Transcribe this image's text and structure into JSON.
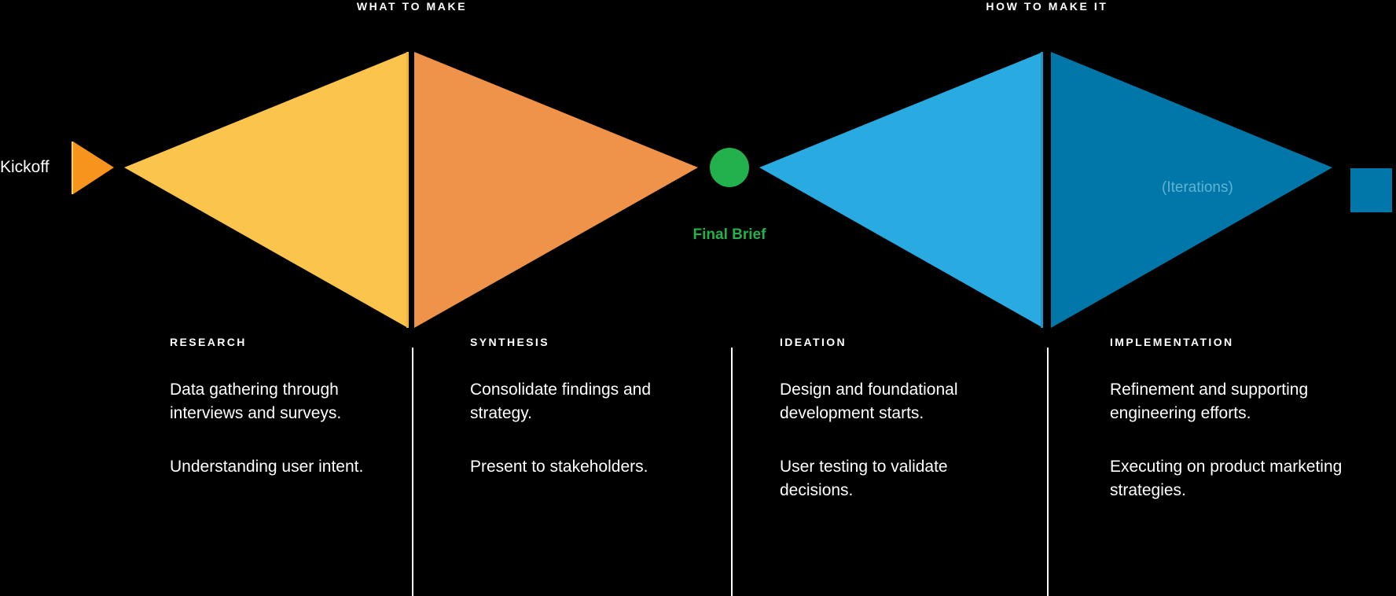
{
  "diagram": {
    "background_color": "#000000",
    "phase_headers": [
      {
        "label": "WHAT TO MAKE"
      },
      {
        "label": "HOW TO MAKE IT"
      }
    ],
    "start": {
      "label": "Kickoff",
      "marker_color": "#f7941e",
      "edge_color": "#ffd24a"
    },
    "midpoint": {
      "label": "Final Brief",
      "color": "#22b14c"
    },
    "iterations": {
      "label": "(Iterations)",
      "color": "#5fb4d4"
    },
    "end_marker": {
      "color": "#0077a8"
    },
    "diamonds": [
      {
        "left_color": "#fbc54d",
        "left_edge_color": "#f2b33d",
        "right_color": "#f0934a"
      },
      {
        "left_color": "#29abe2",
        "left_edge_color": "#1f94c6",
        "right_color": "#0077a8"
      }
    ],
    "columns": [
      {
        "title": "RESEARCH",
        "paragraphs": [
          "Data gathering through interviews and surveys.",
          "Understanding user intent."
        ]
      },
      {
        "title": "SYNTHESIS",
        "paragraphs": [
          "Consolidate findings and strategy.",
          "Present to stakeholders."
        ]
      },
      {
        "title": "IDEATION",
        "paragraphs": [
          "Design and foundational development starts.",
          "User testing to validate decisions."
        ]
      },
      {
        "title": "IMPLEMENTATION",
        "paragraphs": [
          "Refinement and supporting engineering efforts.",
          "Executing on product marketing strategies."
        ]
      }
    ]
  }
}
